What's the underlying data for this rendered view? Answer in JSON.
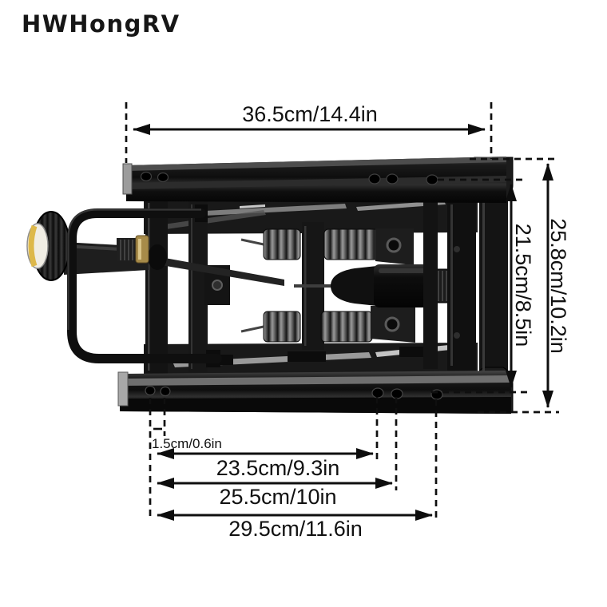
{
  "brand": "HWHongRV",
  "dimensions": {
    "top_width": "36.5cm/14.4in",
    "right_outer_height": "25.8cm/10.2in",
    "right_inner_height": "21.5cm/8.5in",
    "hole_offset": "1.5cm/0.6in",
    "bottom_span_small": "23.5cm/9.3in",
    "bottom_span_medium": "25.5cm/10in",
    "bottom_span_large": "29.5cm/11.6in"
  },
  "colors": {
    "annotation": "#111111",
    "metal_black": "#141414",
    "spring_gray": "#9a9a9a",
    "brass_fitting": "#a78b49",
    "knob_label_yellow": "#ddb84a",
    "background": "#ffffff"
  }
}
